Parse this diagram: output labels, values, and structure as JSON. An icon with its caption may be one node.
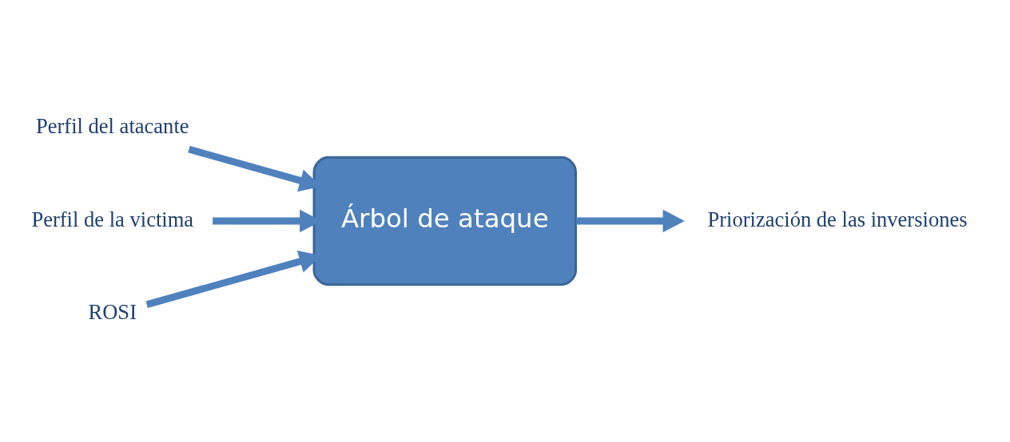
{
  "diagram": {
    "nodes": [
      {
        "text": [
          "Perfil del atacante"
        ]
      },
      {
        "text": [
          "Perfil de la victima"
        ]
      },
      {
        "text": [
          "Árbol de ataque"
        ]
      },
      {
        "text": [
          "Priorización de las inversiones"
        ]
      },
      {
        "text": [
          "ROSI"
        ]
      }
    ],
    "edges": [
      {
        "from": 0,
        "to": 2,
        "arrow": "to"
      },
      {
        "from": 1,
        "to": 2,
        "arrow": "to"
      },
      {
        "from": 2,
        "to": 3,
        "arrow": "to"
      },
      {
        "from": 4,
        "to": 2,
        "arrow": "to"
      }
    ]
  }
}
